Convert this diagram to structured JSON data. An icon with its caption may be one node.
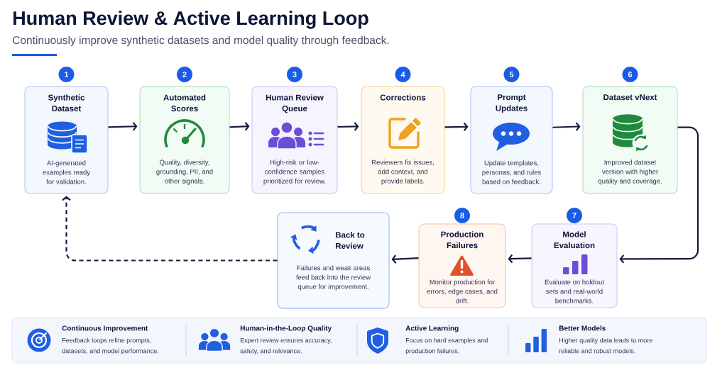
{
  "diagram": {
    "title": "Human Review & Active Learning Loop",
    "nodes": [
      {
        "text": [
          "Synthetic Dataset",
          "AI-generated examples ready for validation."
        ],
        "beside": [
          "1"
        ]
      },
      {
        "text": [
          "Automated Scores",
          "Quality, diversity, grounding, PII, and other signals."
        ],
        "beside": [
          "2"
        ]
      },
      {
        "text": [
          "Human Review Queue",
          "High-risk or low-confidence samples prioritized for review."
        ],
        "beside": [
          "3"
        ]
      },
      {
        "text": [
          "Corrections",
          "Reviewers fix issues, add context, and provide labels."
        ],
        "beside": [
          "4"
        ]
      },
      {
        "text": [
          "Prompt Updates",
          "Update templates, personas, and rules based on feedback."
        ],
        "beside": [
          "5"
        ]
      },
      {
        "text": [
          "Dataset vNext",
          "Improved dataset version with higher quality and coverage."
        ],
        "beside": [
          "6"
        ]
      },
      {
        "text": [
          "Model Evaluation",
          "Evaluate on holdout sets and real-world benchmarks."
        ],
        "beside": [
          "7"
        ]
      },
      {
        "text": [
          "Production Failures",
          "Monitor production for errors, edge cases, and drift."
        ],
        "beside": [
          "8"
        ]
      },
      {
        "text": [
          "Back to Review",
          "Failures and weak areas feed back into the review queue for improvement."
        ]
      },
      {
        "text": [
          "Continuous Improvement",
          "Feedback loops refine prompts, datasets, and model performance.",
          "Human-in-the-Loop Quality",
          "Expert review ensures accuracy, safety, and relevance.",
          "Active Learning",
          "Focus on hard examples and production failures.",
          "Better Models",
          "Higher quality data leads to more reliable and robust models."
        ]
      }
    ],
    "edges": [
      {
        "from": 0,
        "to": 1,
        "arrow": "to"
      },
      {
        "from": 1,
        "to": 2,
        "arrow": "to"
      },
      {
        "from": 2,
        "to": 3,
        "arrow": "to"
      },
      {
        "from": 3,
        "to": 4,
        "arrow": "to"
      },
      {
        "from": 4,
        "to": 5,
        "arrow": "to"
      },
      {
        "from": 5,
        "to": 6,
        "arrow": "to"
      },
      {
        "from": 6,
        "to": 7,
        "arrow": "to"
      },
      {
        "from": 7,
        "to": 8,
        "arrow": "to"
      },
      {
        "from": 8,
        "to": 0,
        "arrow": "to",
        "style": "dashed"
      }
    ],
    "labels": [
      "Continuously improve synthetic datasets and model quality through feedback."
    ]
  }
}
